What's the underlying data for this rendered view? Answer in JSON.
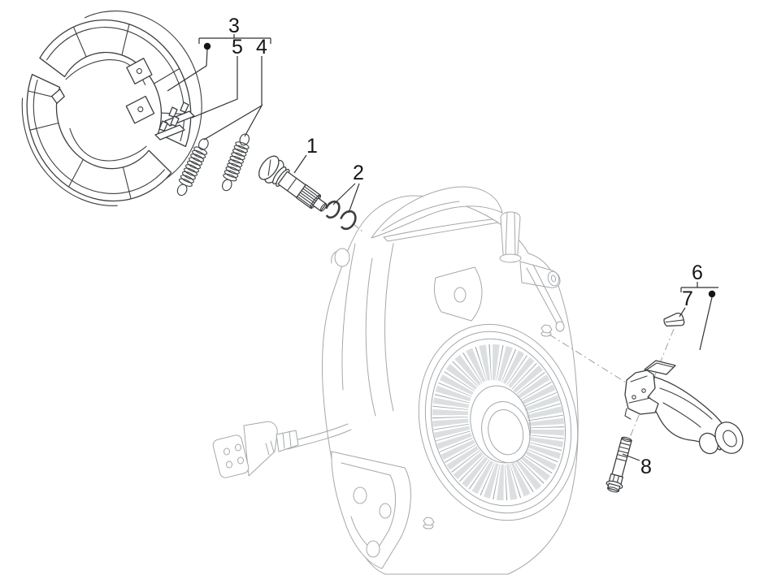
{
  "diagram": {
    "type": "exploded-parts-diagram",
    "background": "#ffffff",
    "colors": {
      "part_outline": "#3c3f41",
      "engine_outline": "#a4a8ab",
      "label_text": "#151515",
      "leader_line": "#2f3133"
    },
    "callouts": [
      {
        "label": "1",
        "part": "brake-camshaft"
      },
      {
        "label": "2",
        "part": "snap-rings"
      },
      {
        "label": "3",
        "part": "brake-shoe-kit"
      },
      {
        "label": "4",
        "part": "brake-shoe-springs"
      },
      {
        "label": "5",
        "part": "spring-clips"
      },
      {
        "label": "6",
        "part": "support-bracket"
      },
      {
        "label": "7",
        "part": "rubber-pad"
      },
      {
        "label": "8",
        "part": "hex-flange-bolt"
      }
    ]
  }
}
